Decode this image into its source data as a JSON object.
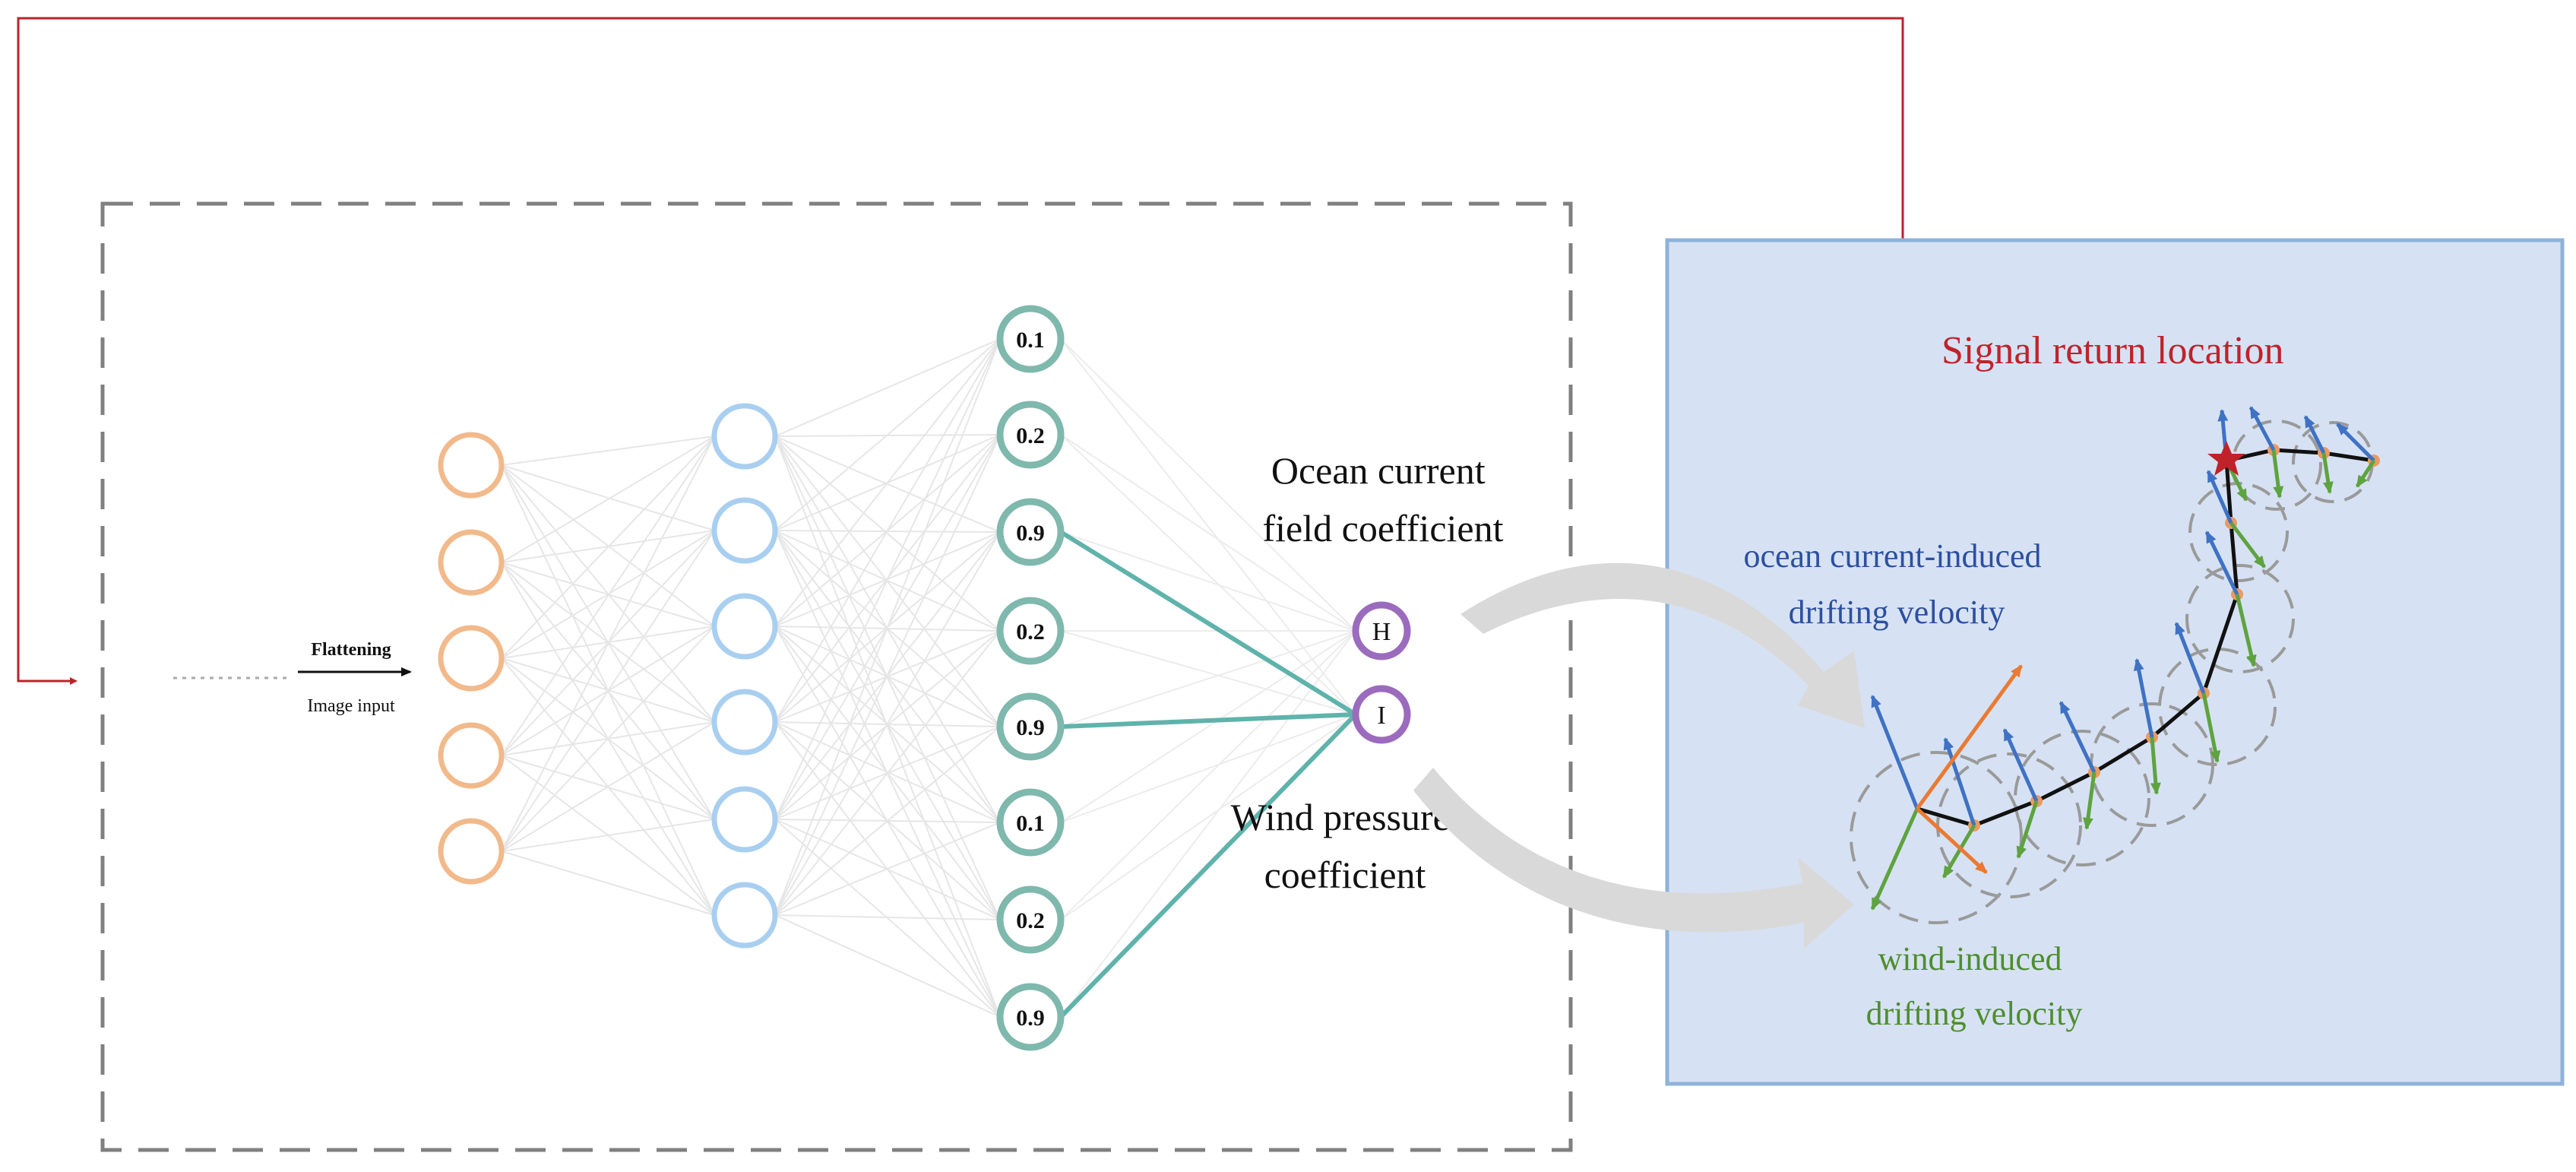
{
  "flattening": {
    "title": "Flattening",
    "subtitle": "Image input"
  },
  "network": {
    "input_nodes": 5,
    "hidden_nodes": 6,
    "feature_values": [
      "0.1",
      "0.2",
      "0.9",
      "0.2",
      "0.9",
      "0.1",
      "0.2",
      "0.9"
    ],
    "highlighted_values": [
      "0.9",
      "0.9",
      "0.9"
    ],
    "outputs": [
      {
        "letter": "H",
        "label_lines": [
          "Ocean current",
          "field coefficient"
        ]
      },
      {
        "letter": "I",
        "label_lines": [
          "Wind pressure",
          "coefficient"
        ]
      }
    ]
  },
  "map_panel": {
    "signal_label": "Signal return location",
    "ocean_label_lines": [
      "ocean current-induced",
      "drifting velocity"
    ],
    "wind_label_lines": [
      "wind-induced",
      "drifting velocity"
    ]
  },
  "colors": {
    "input_node": "#f2b98a",
    "hidden_node": "#a9cff0",
    "feature_node": "#7fb8ad",
    "highlight_edge": "#5fb3ab",
    "output_node": "#9b6bbd",
    "panel_fill": "#d6e2f3",
    "panel_border": "#8eb3da",
    "feedback": "#c0222a",
    "ocean_arrow": "#3f72c4",
    "wind_arrow": "#5ea33f",
    "orange_arrow": "#ea7a32",
    "flow_arrow": "#d9d9d9"
  }
}
